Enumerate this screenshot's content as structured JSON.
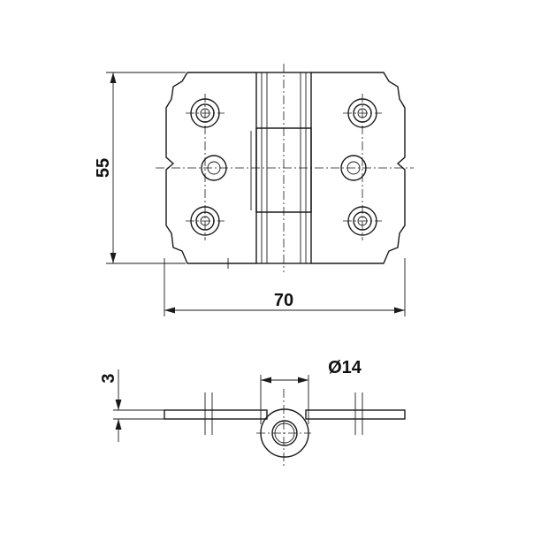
{
  "dimensions": {
    "height_label": "55",
    "width_label": "70",
    "thickness_label": "3",
    "diameter_label": "Ø14"
  },
  "drawing": {
    "line_color": "#1a1a1a",
    "background": "#ffffff"
  }
}
